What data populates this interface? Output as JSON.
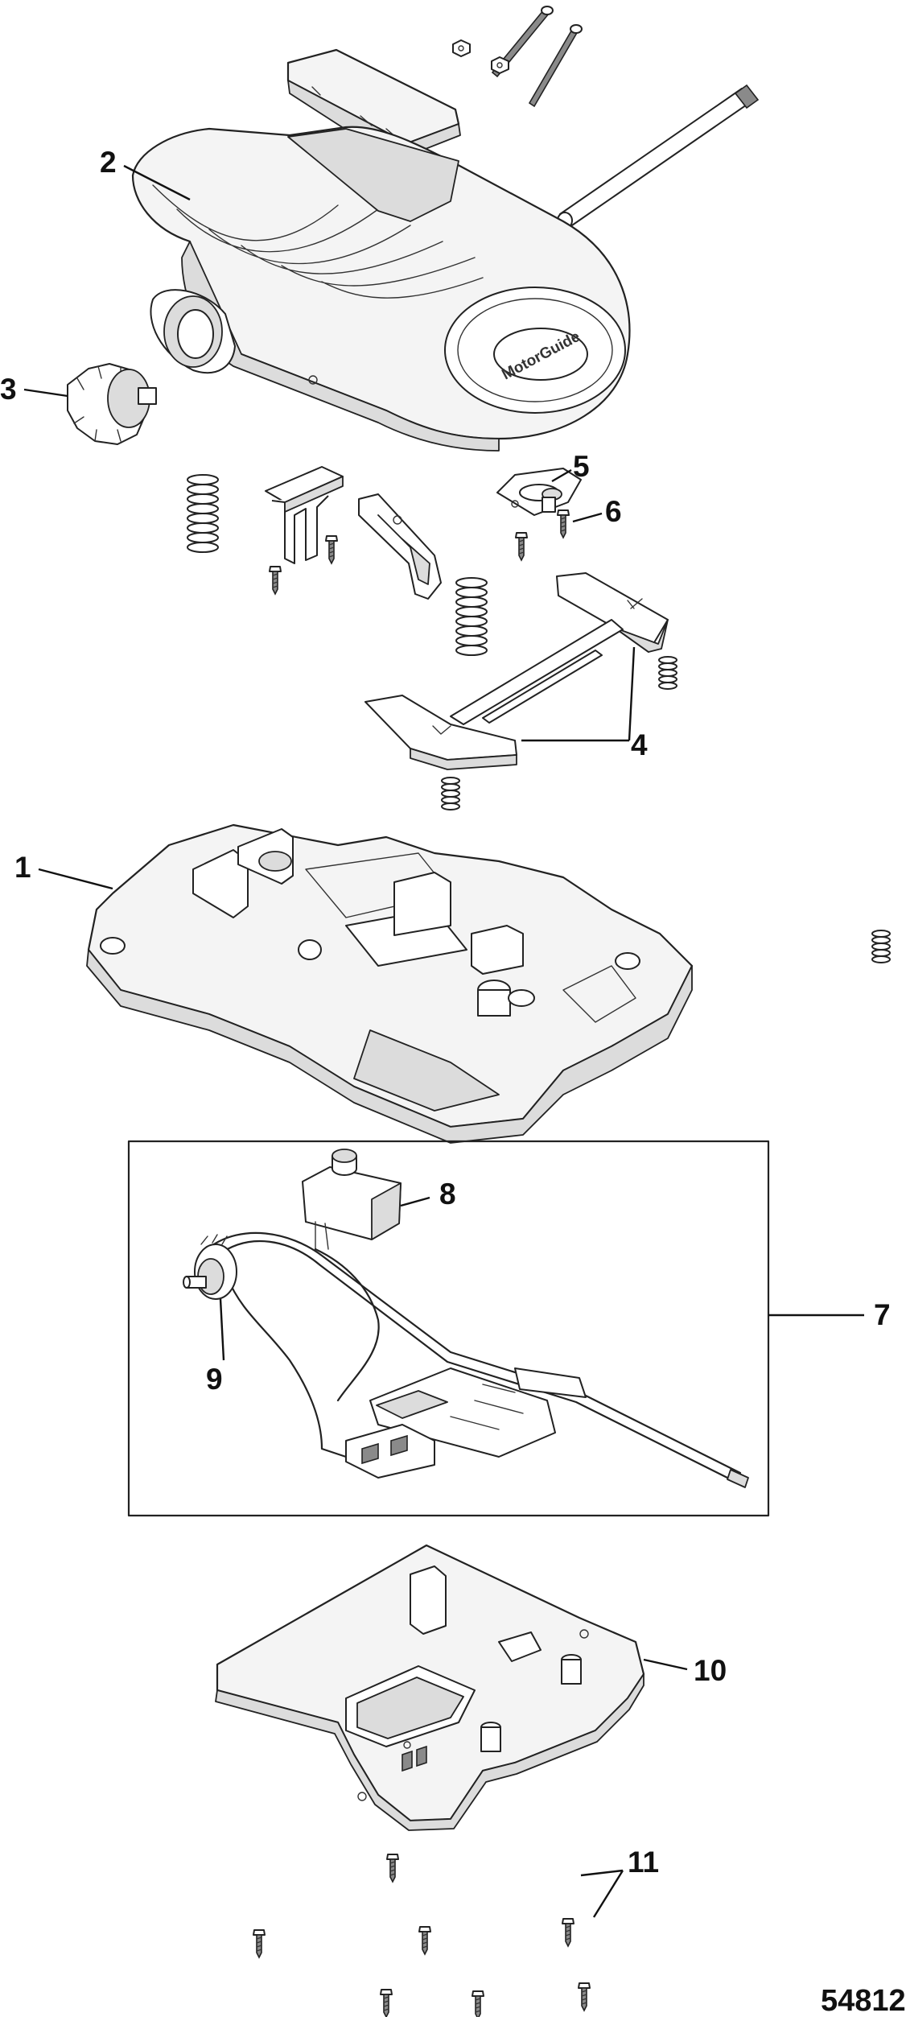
{
  "callouts": [
    {
      "label": "1"
    },
    {
      "label": "2"
    },
    {
      "label": "3"
    },
    {
      "label": "4"
    },
    {
      "label": "5"
    },
    {
      "label": "6"
    },
    {
      "label": "7"
    },
    {
      "label": "8"
    },
    {
      "label": "9"
    },
    {
      "label": "10"
    },
    {
      "label": "11"
    }
  ],
  "brand_mark": "MotorGuide",
  "figure_number": "54812"
}
